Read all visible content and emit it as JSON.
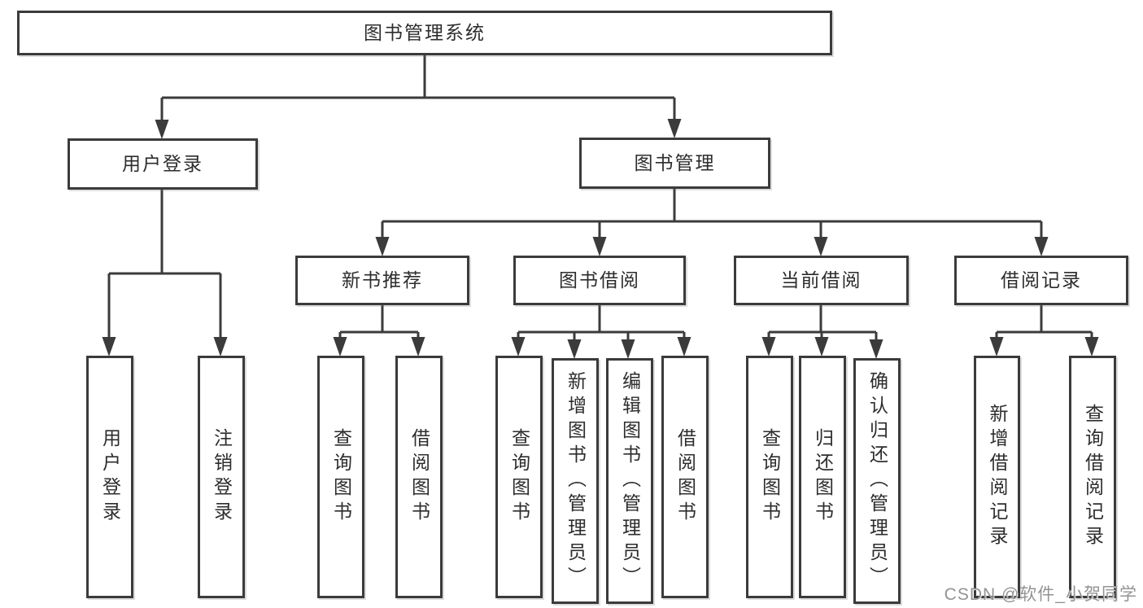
{
  "colors": {
    "line": "#3b3b3b",
    "box_border": "#3b3b3b",
    "text": "#2d2d2d",
    "watermark": "#939393",
    "background": "#ffffff"
  },
  "diagram": {
    "root": {
      "label": "图书管理系统"
    },
    "branches": [
      {
        "label": "用户登录",
        "children": [
          {
            "label": "用户登录"
          },
          {
            "label": "注销登录"
          }
        ]
      },
      {
        "label": "图书管理",
        "children": [
          {
            "label": "新书推荐",
            "children": [
              {
                "label": "查询图书"
              },
              {
                "label": "借阅图书"
              }
            ]
          },
          {
            "label": "图书借阅",
            "children": [
              {
                "label": "查询图书"
              },
              {
                "label": "新增图书（管理员）"
              },
              {
                "label": "编辑图书（管理员）"
              },
              {
                "label": "借阅图书"
              }
            ]
          },
          {
            "label": "当前借阅",
            "children": [
              {
                "label": "查询图书"
              },
              {
                "label": "归还图书"
              },
              {
                "label": "确认归还（管理员）"
              }
            ]
          },
          {
            "label": "借阅记录",
            "children": [
              {
                "label": "新增借阅记录"
              },
              {
                "label": "查询借阅记录"
              }
            ]
          }
        ]
      }
    ]
  },
  "watermark": {
    "text": "CSDN @软件_小贺同学"
  }
}
